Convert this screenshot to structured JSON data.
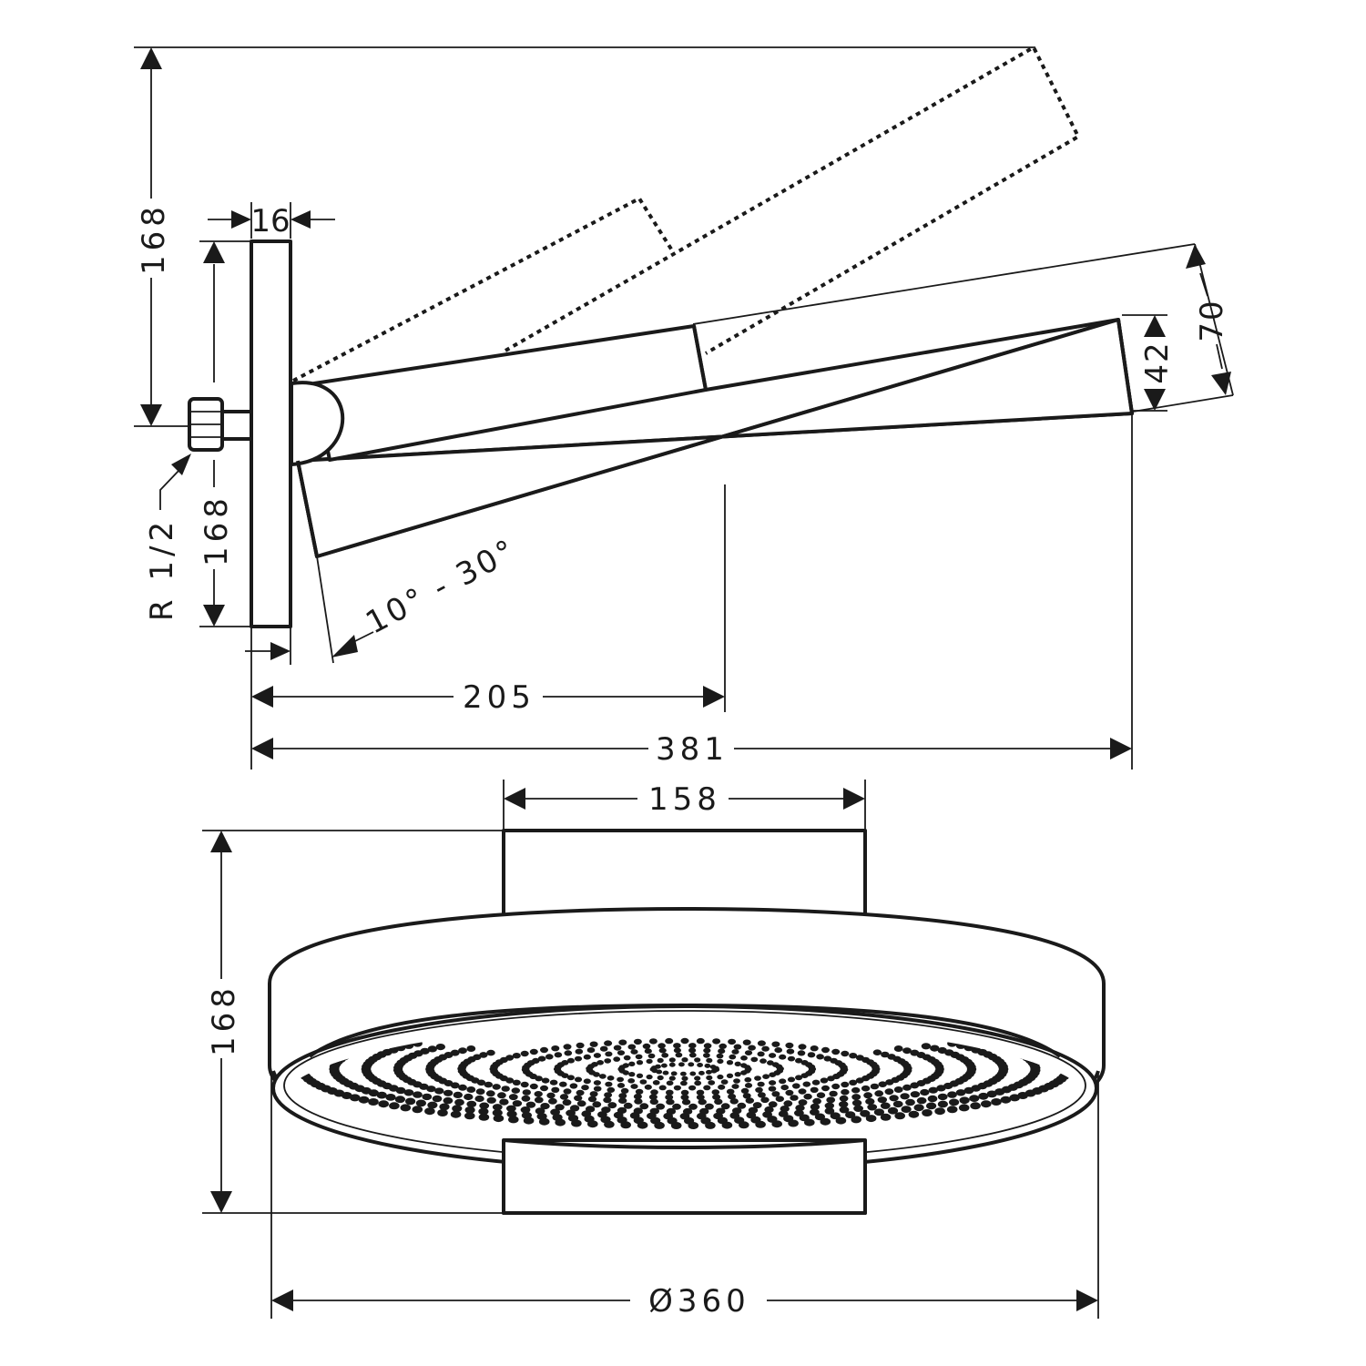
{
  "dimensions": {
    "side_total_height": "168",
    "plate_thickness": "16",
    "plate_height": "168",
    "thread": "R 1/2",
    "angle_range": "10° - 30°",
    "arm_projection": "205",
    "total_projection": "381",
    "head_thickness_outer": "70",
    "head_thickness_inner": "42",
    "mount_width": "158",
    "front_height": "168",
    "head_diameter": "Ø360"
  }
}
